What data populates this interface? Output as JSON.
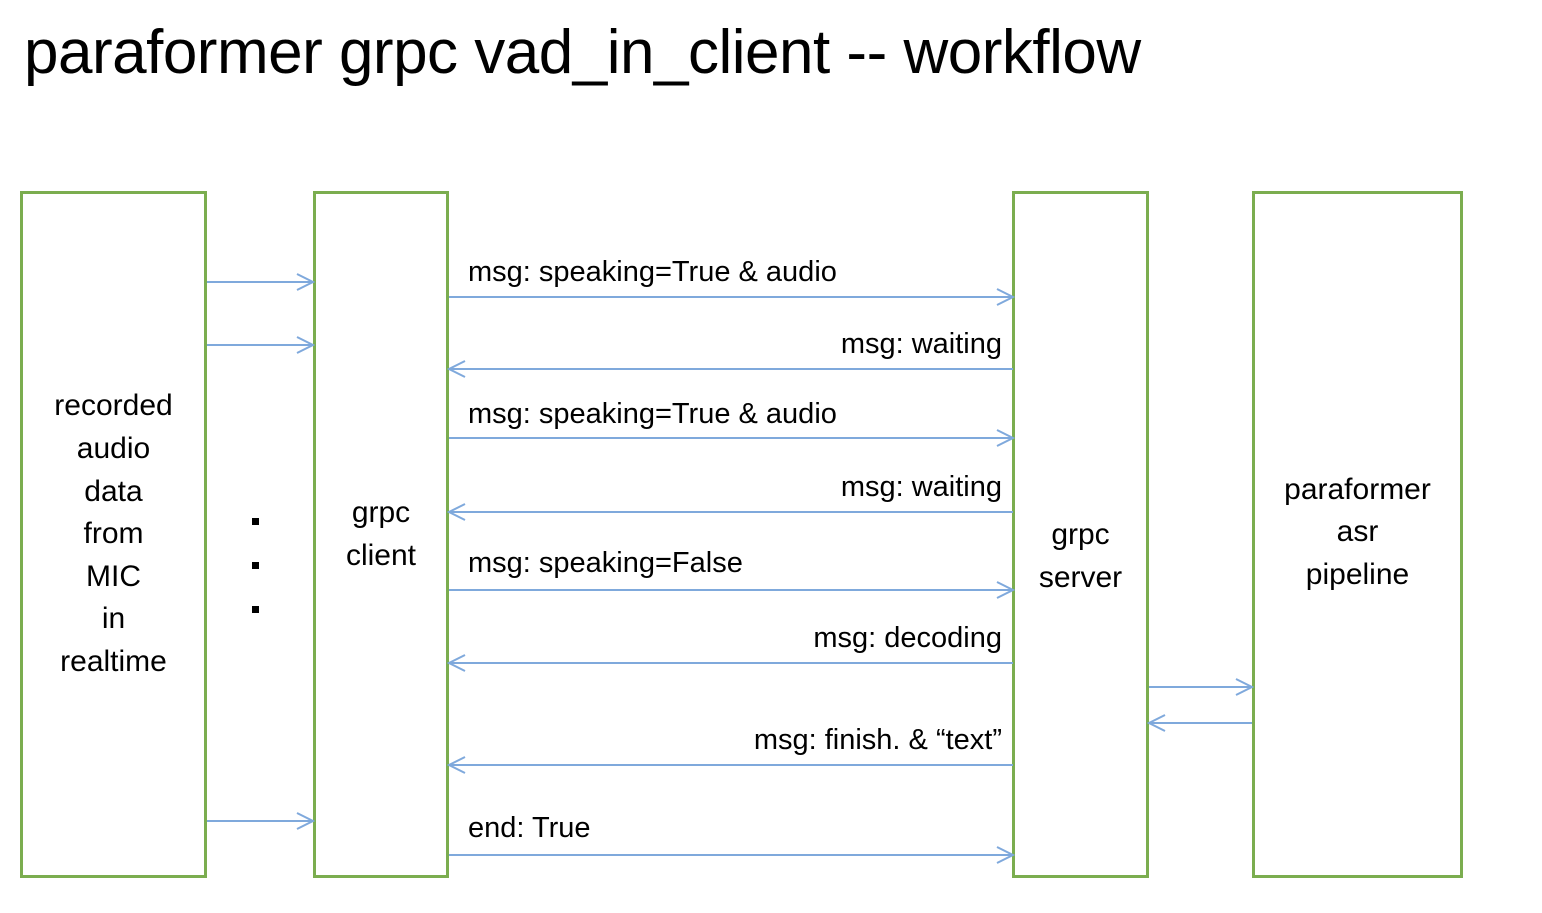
{
  "title": "paraformer grpc vad_in_client -- workflow",
  "colors": {
    "lane_border": "#7BAD4F",
    "arrow": "#7FA9DC",
    "text": "#000000",
    "background": "#FFFFFF"
  },
  "lanes": [
    {
      "id": "source",
      "label": "recorded\naudio\ndata\nfrom\nMIC\nin\nrealtime"
    },
    {
      "id": "client",
      "label": "grpc\nclient"
    },
    {
      "id": "server",
      "label": "grpc\nserver"
    },
    {
      "id": "pipeline",
      "label": "paraformer\nasr\npipeline"
    }
  ],
  "ellipsis": {
    "dot_count": 3,
    "glyph": "vertical-dots"
  },
  "messages": [
    {
      "id": "m1",
      "label": "msg: speaking=True & audio",
      "direction": "right",
      "from": "client",
      "to": "server",
      "align": "left"
    },
    {
      "id": "m2",
      "label": "msg: waiting",
      "direction": "left",
      "from": "server",
      "to": "client",
      "align": "right"
    },
    {
      "id": "m3",
      "label": "msg: speaking=True & audio",
      "direction": "right",
      "from": "client",
      "to": "server",
      "align": "left"
    },
    {
      "id": "m4",
      "label": "msg: waiting",
      "direction": "left",
      "from": "server",
      "to": "client",
      "align": "right"
    },
    {
      "id": "m5",
      "label": "msg: speaking=False",
      "direction": "right",
      "from": "client",
      "to": "server",
      "align": "left"
    },
    {
      "id": "m6",
      "label": "msg: decoding",
      "direction": "left",
      "from": "server",
      "to": "client",
      "align": "right"
    },
    {
      "id": "m7",
      "label": "msg: finish. &  “text”",
      "direction": "left",
      "from": "server",
      "to": "client",
      "align": "right"
    },
    {
      "id": "m8",
      "label": "end: True",
      "direction": "right",
      "from": "client",
      "to": "server",
      "align": "left"
    }
  ],
  "source_feed_arrows": [
    {
      "id": "f1",
      "direction": "right",
      "from": "source",
      "to": "client"
    },
    {
      "id": "f2",
      "direction": "right",
      "from": "source",
      "to": "client"
    },
    {
      "id": "f3",
      "direction": "right",
      "from": "source",
      "to": "client"
    }
  ],
  "pipeline_arrows": [
    {
      "id": "p1",
      "direction": "right",
      "from": "server",
      "to": "pipeline"
    },
    {
      "id": "p2",
      "direction": "left",
      "from": "pipeline",
      "to": "server"
    }
  ]
}
